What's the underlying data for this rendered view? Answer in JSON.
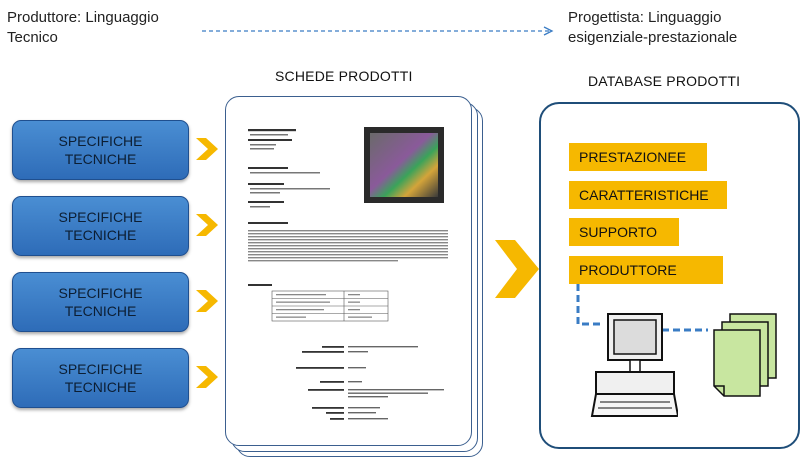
{
  "header": {
    "producer_label": "Produttore: Linguaggio",
    "producer_label_2": "Tecnico",
    "designer_label": "Progettista: Linguaggio",
    "designer_label_2": "esigenziale-prestazionale"
  },
  "sections": {
    "product_sheets_title": "SCHEDE PRODOTTI",
    "database_title": "DATABASE PRODOTTI"
  },
  "spec_boxes": [
    {
      "line1": "SPECIFICHE",
      "line2": "TECNICHE"
    },
    {
      "line1": "SPECIFICHE",
      "line2": "TECNICHE"
    },
    {
      "line1": "SPECIFICHE",
      "line2": "TECNICHE"
    },
    {
      "line1": "SPECIFICHE",
      "line2": "TECNICHE"
    }
  ],
  "database_labels": [
    "PRESTAZIONEE",
    "CARATTERISTICHE",
    "SUPPORTO",
    "PRODUTTORE"
  ],
  "colors": {
    "spec_box": "#3b7ec9",
    "chevron": "#f6b800",
    "db_label": "#f6b800",
    "frame": "#1f4e79",
    "dashed_link": "#3a7cc4",
    "doc_icon": "#c8e6a0"
  },
  "icons": {
    "chevron": "chevron-right-icon",
    "computer": "computer-icon",
    "documents": "document-stack-icon"
  }
}
